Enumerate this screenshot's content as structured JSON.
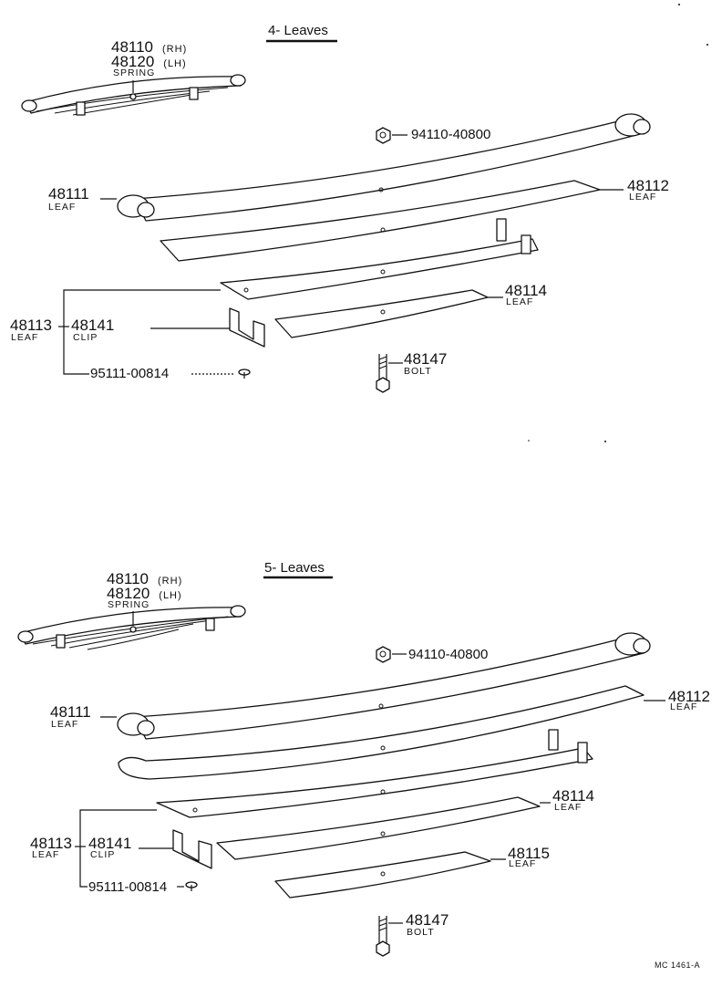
{
  "sections": [
    {
      "title": "4- Leaves",
      "spring": {
        "rh": "48110",
        "rh_suffix": "(RH)",
        "lh": "48120",
        "lh_suffix": "(LH)",
        "name": "SPRING"
      },
      "nut": "94110-40800",
      "leaf_48111": {
        "number": "48111",
        "name": "LEAF"
      },
      "leaf_48112": {
        "number": "48112",
        "name": "LEAF"
      },
      "leaf_48113": {
        "number": "48113",
        "name": "LEAF"
      },
      "leaf_48114": {
        "number": "48114",
        "name": "LEAF"
      },
      "clip": {
        "number": "48141",
        "name": "CLIP"
      },
      "rivet": "95111-00814",
      "bolt": {
        "number": "48147",
        "name": "BOLT"
      }
    },
    {
      "title": "5- Leaves",
      "spring": {
        "rh": "48110",
        "rh_suffix": "(RH)",
        "lh": "48120",
        "lh_suffix": "(LH)",
        "name": "SPRING"
      },
      "nut": "94110-40800",
      "leaf_48111": {
        "number": "48111",
        "name": "LEAF"
      },
      "leaf_48112": {
        "number": "48112",
        "name": "LEAF"
      },
      "leaf_48113": {
        "number": "48113",
        "name": "LEAF"
      },
      "leaf_48114": {
        "number": "48114",
        "name": "LEAF"
      },
      "leaf_48115": {
        "number": "48115",
        "name": "LEAF"
      },
      "clip": {
        "number": "48141",
        "name": "CLIP"
      },
      "rivet": "95111-00814",
      "bolt": {
        "number": "48147",
        "name": "BOLT"
      }
    }
  ],
  "footer_code": "MC 1461-A"
}
